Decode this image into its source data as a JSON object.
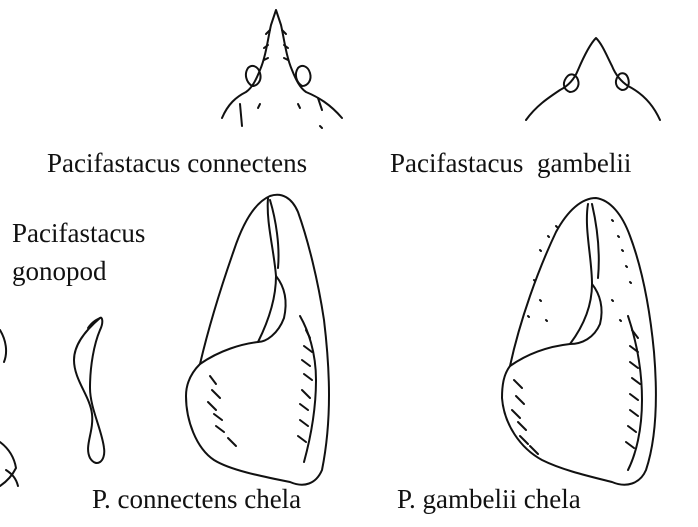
{
  "figure": {
    "labels": {
      "connectens_head": "Pacifastacus connectens",
      "gambelii_head": "Pacifastacus  gambelii",
      "gonopod_line1": "Pacifastacus",
      "gonopod_line2": "gonopod",
      "connectens_chela": "P. connectens chela",
      "gambelii_chela": "P. gambelii chela"
    }
  }
}
